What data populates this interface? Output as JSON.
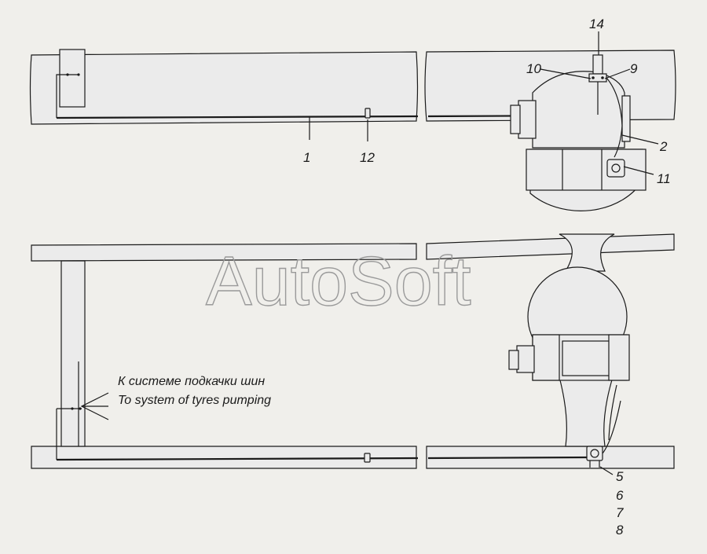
{
  "watermark": "AutoSoft",
  "callouts": {
    "c1": "1",
    "c12": "12",
    "c14": "14",
    "c10": "10",
    "c9": "9",
    "c2": "2",
    "c11": "11",
    "c5": "5",
    "c6": "6",
    "c7": "7",
    "c8": "8"
  },
  "note": {
    "ru": "К системе подкачки шин",
    "en": "To system of tyres pumping"
  }
}
